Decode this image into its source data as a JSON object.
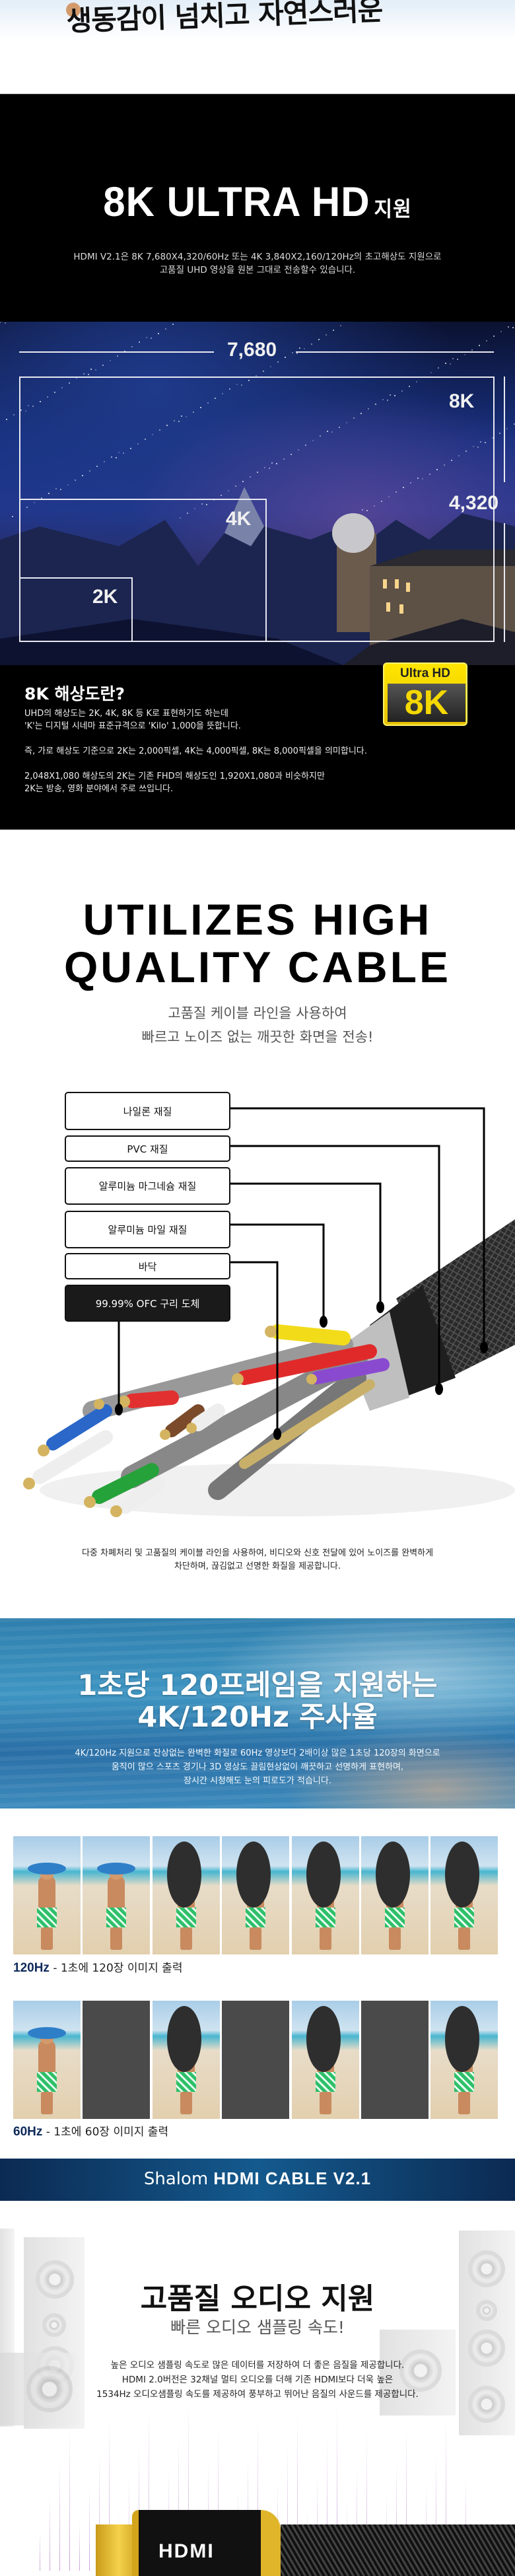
{
  "top": {
    "headline_partial": "생동감이 넘치고 자연스러운"
  },
  "uhd": {
    "title": "8K ULTRA HD",
    "title_suffix": "지원",
    "desc_lines": [
      "HDMI V2.1은 8K 7,680X4,320/60Hz 또는 4K 3,840X2,160/120Hz의 초고해상도 지원으로",
      "고품질 UHD 영상을 원본 그대로 전송할수 있습니다."
    ],
    "width_label": "7,680",
    "height_label": "4,320",
    "res_labels": {
      "k8": "8K",
      "k4": "4K",
      "k2": "2K"
    },
    "badge": {
      "top": "Ultra HD",
      "main": "8K"
    },
    "q_title": "8K 해상도란?",
    "q_lines": [
      "UHD의 해상도는 2K, 4K, 8K 등 K로 표현하기도 하는데",
      "'K'는 디지털 시네마 표준규격으로 'Kilo' 1,000을 뜻합니다.",
      "즉, 가로 해상도 기준으로 2K는 2,000픽셀, 4K는 4,000픽셀, 8K는 8,000픽셀을 의미합니다.",
      "2,048X1,080 해상도의 2K는 기존 FHD의 해상도인 1,920X1,080과 비슷하지만",
      "2K는 방송, 영화 분야에서 주로 쓰입니다."
    ]
  },
  "cable": {
    "title_lines": [
      "UTILIZES HIGH",
      "QUALITY CABLE"
    ],
    "sub_lines": [
      "고품질 케이블 라인을 사용하여",
      "빠르고 노이즈 없는 깨끗한 화면을 전송!"
    ],
    "layers": [
      "나일론 재질",
      "PVC 재질",
      "알루미늄 마그네슘 재질",
      "알루미늄 마일 재질",
      "바닥",
      "99.99% OFC 구리 도체"
    ],
    "caption_lines": [
      "다중 차폐처리 및 고품질의 케이블 라인을 사용하여, 비디오와 신호 전달에 있어 노이즈를 완벽하게",
      "차단하며, 끊김없고 선명한 화질을 제공합니다."
    ]
  },
  "hz": {
    "title_lines": [
      "1초당 120프레임을 지원하는",
      "4K/120Hz 주사율"
    ],
    "desc_lines": [
      "4K/120Hz 지원으로 잔상없는 완벽한 화질로 60Hz 영상보다 2배이상 많은 1초당 120장의 화면으로",
      "움직이 많으 스포츠 경기나 3D 영상도 끌림현상없이 깨끗하고 선명하게 표현하며,",
      "장시간 시청해도 눈의 피로도가 적습니다."
    ],
    "row120": {
      "label_strong": "120Hz",
      "label_rest": " - 1초에 120장 이미지 출력"
    },
    "row60": {
      "label_strong": "60Hz",
      "label_rest": " - 1초에 60장 이미지 출력"
    }
  },
  "banner": {
    "brand": "Shalom",
    "product": "HDMI CABLE V2.1"
  },
  "audio": {
    "title": "고품질 오디오 지원",
    "sub": "빠른 오디오 샘플링 속도!",
    "desc_lines": [
      "높은 오디오 샘플링 속도로 많은 데이터를 저장하여 더 좋은 음질을 제공합니다.",
      "HDMI 2.0버전은 32채널 멀티 오디오를 더해 기존 HDMI보다 더욱 높은",
      "1534Hz 오디오샘플링 속도를 제공하여 풍부하고 뛰어난 음질의 사운드를 제공합니다."
    ],
    "connector_logo": "HDMI"
  }
}
